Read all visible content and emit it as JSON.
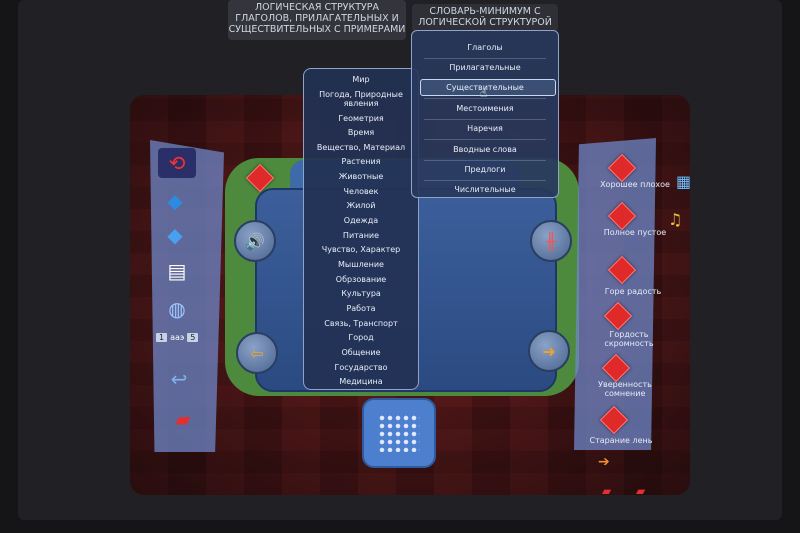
{
  "header": {
    "left_title": "ЛОГИЧЕСКАЯ СТРУКТУРА ГЛАГОЛОВ, ПРИЛАГАТЕЛЬНЫХ И СУЩЕСТВИТЕЛЬНЫХ С ПРИМЕРАМИ",
    "right_title": "СЛОВАРЬ-МИНИМУМ С ЛОГИЧЕСКОЙ СТРУКТУРОЙ"
  },
  "categories": [
    "Мир",
    "Погода, Природные явления",
    "Геометрия",
    "Время",
    "Вещество, Материал",
    "Растения",
    "Животные",
    "Человек",
    "Жилой",
    "Одежда",
    "Питание",
    "Чувство, Характер",
    "Мышление",
    "Обрзование",
    "Культура",
    "Работа",
    "Связь, Транспорт",
    "Город",
    "Общение",
    "Государство",
    "Медицина"
  ],
  "dictionary": {
    "items": [
      "Глаголы",
      "Прилагательные",
      "Существительные",
      "Местоимения",
      "Наречия",
      "Вводные слова",
      "Предлоги",
      "Числительные"
    ],
    "selected": "Существительные"
  },
  "right_toolbar": {
    "labels": [
      "Хорошее плохое",
      "Полное пустое",
      "Горе радость",
      "Гордость скромность",
      "Уверенность сомнение",
      "Старание лень"
    ]
  },
  "left_toolbar": {
    "counter_from": "1",
    "counter_sep": "ааэ",
    "counter_to": "5"
  },
  "icons": {
    "back": "back-arrow-icon",
    "prev": "left-arrow-icon",
    "next": "right-arrow-icon",
    "sound": "speaker-icon",
    "wave": "sound-wave-icon",
    "grid": "keypad-icon"
  },
  "colors": {
    "accent_red": "#e02a2a",
    "board_blue": "#3c5f9b",
    "board_green": "#4d8a3d",
    "toolbar": "#6e87c8"
  }
}
